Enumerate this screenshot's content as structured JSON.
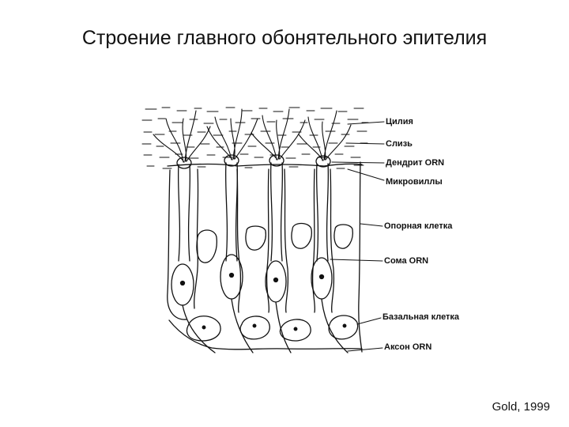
{
  "title": "Строение главного обонятельного эпителия",
  "labels": {
    "cilia": "Цилия",
    "mucus": "Слизь",
    "dendrite": "Дендрит ORN",
    "microvilli": "Микровиллы",
    "support_cell": "Опорная клетка",
    "soma": "Сома ORN",
    "basal_cell": "Базальная клетка",
    "axon": "Аксон ORN"
  },
  "source": "Gold, 1999",
  "colors": {
    "ink": "#111111",
    "background": "#ffffff"
  }
}
